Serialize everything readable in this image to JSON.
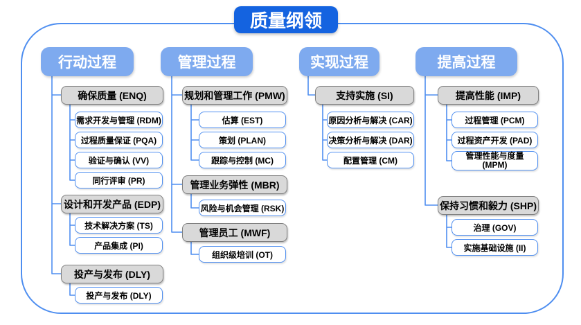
{
  "title": "质量纲领",
  "colors": {
    "title_bg": "#1463E0",
    "header_bg": "#7EAAEF",
    "line": "#4E8EF0",
    "gray_fill": "#D9D9D9",
    "gray_border": "#7F7F7F",
    "leaf_border": "#4E8EF0",
    "text_dark": "#000000",
    "text_light": "#FFFFFF"
  },
  "columns": [
    {
      "header": "行动过程",
      "groups": [
        {
          "label": "确保质量 (ENQ)",
          "children": [
            "需求开发与管理 (RDM)",
            "过程质量保证 (PQA)",
            "验证与确认 (VV)",
            "同行评审 (PR)"
          ]
        },
        {
          "label": "设计和开发产品 (EDP)",
          "children": [
            "技术解决方案 (TS)",
            "产品集成 (PI)"
          ]
        },
        {
          "label": "投产与发布 (DLY)",
          "children": [
            "投产与发布 (DLY)"
          ]
        }
      ]
    },
    {
      "header": "管理过程",
      "groups": [
        {
          "label": "规划和管理工作 (PMW)",
          "children": [
            "估算 (EST)",
            "策划 (PLAN)",
            "跟踪与控制 (MC)"
          ]
        },
        {
          "label": "管理业务弹性 (MBR)",
          "children": [
            "风险与机会管理 (RSK)"
          ]
        },
        {
          "label": "管理员工 (MWF)",
          "children": [
            "组织级培训 (OT)"
          ]
        }
      ]
    },
    {
      "header": "实现过程",
      "groups": [
        {
          "label": "支持实施 (SI)",
          "children": [
            "原因分析与解决 (CAR)",
            "决策分析与解决 (DAR)",
            "配置管理 (CM)"
          ]
        }
      ]
    },
    {
      "header": "提高过程",
      "groups": [
        {
          "label": "提高性能 (IMP)",
          "children": [
            "过程管理 (PCM)",
            "过程资产开发 (PAD)",
            "管理性能与度量 (MPM)"
          ]
        },
        {
          "label": "保持习惯和毅力 (SHP)",
          "children": [
            "治理 (GOV)",
            "实施基础设施 (II)"
          ]
        }
      ]
    }
  ]
}
